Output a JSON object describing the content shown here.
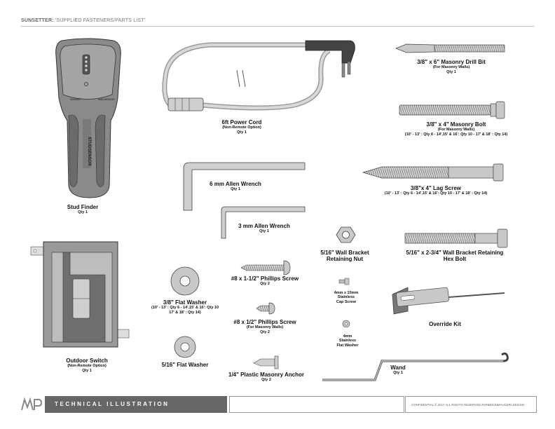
{
  "header": {
    "brand": "SUNSETTER:",
    "title": "'SUPPLIED FASTENERS/PARTS LIST'"
  },
  "items": {
    "stud_finder": {
      "name": "Stud Finder",
      "qty": "Qty 1",
      "device_text_a": "SENSOR",
      "device_text_b": "NON-SENSOR",
      "device_brand": "STUDSENSOR"
    },
    "power_cord": {
      "name": "6ft Power Cord",
      "sub": "(Non-Remote Option)",
      "qty": "Qty 1"
    },
    "drill_bit": {
      "name": "3/8\" x 6\" Masonry Drill Bit",
      "sub": "(For Masonry Walls)",
      "qty": "Qty 1"
    },
    "masonry_bolt": {
      "name": "3/8\" x 4\" Masonry Bolt",
      "sub": "(For Masonry Walls)",
      "qty": "(10' - 13' : Qty 6  -  14',15' & 16': Qty 10  -  17' & 18' : Qty 14)"
    },
    "lag_screw": {
      "name": "3/8\"x 4\" Lag Screw",
      "qty": "(10' - 13' : Qty 6  -  14',15' & 16': Qty 10  -  17' & 18' : Qty 14)"
    },
    "allen_6": {
      "name": "6 mm Allen Wrench",
      "qty": "Qty 1"
    },
    "allen_3": {
      "name": "3 mm Allen Wrench",
      "qty": "Qty 1"
    },
    "retaining_nut": {
      "name": "5/16\" Wall Bracket",
      "name2": "Retaining Nut"
    },
    "hex_bolt": {
      "name": "5/16\" x 2-3/4\" Wall Bracket Retaining",
      "name2": "Hex Bolt"
    },
    "outdoor_switch": {
      "name": "Outdoor Switch",
      "sub": "(Non-Remote Option)",
      "qty": "Qty 1"
    },
    "flat_washer_38": {
      "name": "3/8\" Flat Washer",
      "qty": "(10' - 13' : Qty 6  -  14',15' & 16': Qty 10",
      "qty2": "17' & 18' : Qty 14)"
    },
    "phillips_112": {
      "name": "#8 x 1-1/2\" Phillips Screw",
      "qty": "Qty 2"
    },
    "phillips_12": {
      "name": "#8 x 1/2\" Phillips Screw",
      "sub": "(For Masonry Walls)",
      "qty": "Qty 2"
    },
    "cap_screw": {
      "l1": "4mm x 10mm",
      "l2": "Stainless",
      "l3": "Cap Screw"
    },
    "flat_washer_4": {
      "l1": "4mm",
      "l2": "Stainless",
      "l3": "Flat Washer"
    },
    "override_kit": {
      "name": "Override Kit"
    },
    "flat_washer_516": {
      "name": "5/16\" Flat Washer"
    },
    "anchor": {
      "name": "1/4\" Plastic Masonry Anchor",
      "qty": "Qty 2"
    },
    "wand": {
      "name": "Wand",
      "qty": "Qty 1"
    }
  },
  "footer": {
    "section": "TECHNICAL ILLUSTRATION",
    "notice": "CONFIDENTIAL © 2017 ALL RIGHTS RESERVED RONBRONMAUCERI DESIGN"
  },
  "colors": {
    "metal": "#c8c8c8",
    "dark": "#555555",
    "bar": "#666666"
  }
}
